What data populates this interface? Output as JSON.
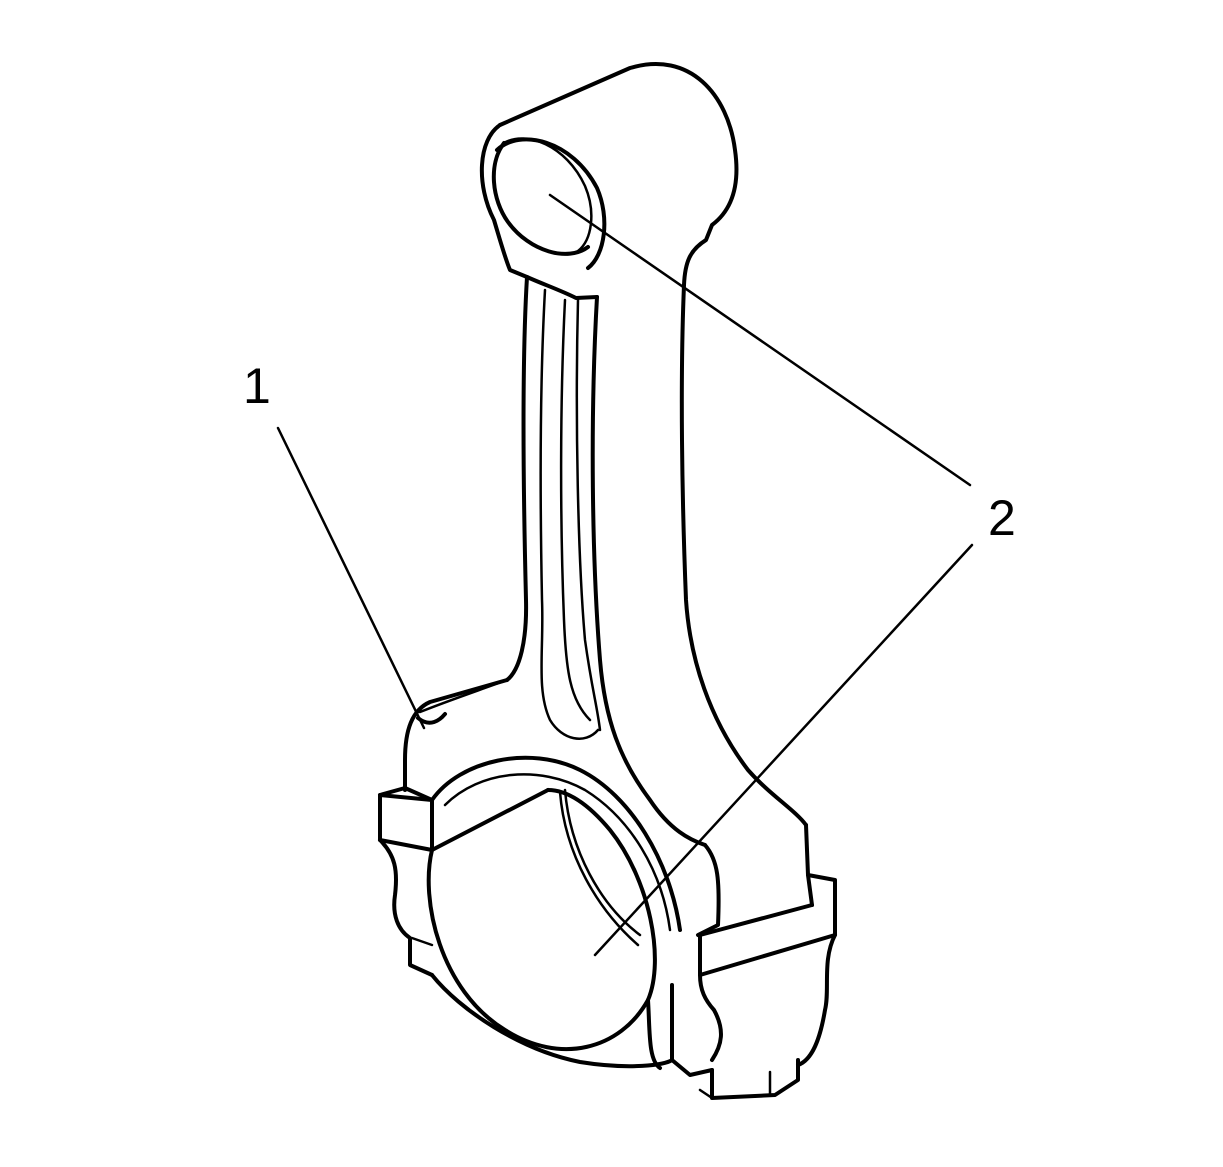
{
  "diagram": {
    "subject_icon": "connecting-rod-illustration",
    "callouts": [
      {
        "id": "1",
        "label": "1"
      },
      {
        "id": "2",
        "label": "2"
      }
    ]
  }
}
